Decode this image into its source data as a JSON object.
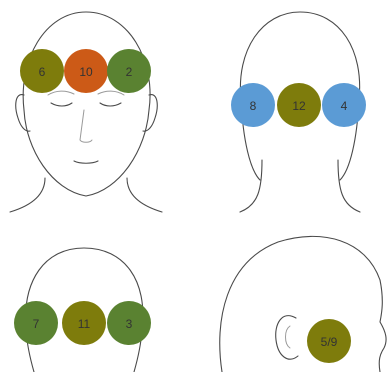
{
  "colors": {
    "olive": "#7e7c0c",
    "dark_green": "#5a8231",
    "orange": "#cc5a17",
    "blue": "#5b9bd5",
    "label_text": "#333333",
    "outline": "#4a4a4a"
  },
  "panels": {
    "front_face": {
      "markers": [
        {
          "label": "6",
          "color": "#7e7c0c"
        },
        {
          "label": "10",
          "color": "#cc5a17"
        },
        {
          "label": "2",
          "color": "#5a8231"
        }
      ]
    },
    "back_head_upper": {
      "markers": [
        {
          "label": "8",
          "color": "#5b9bd5"
        },
        {
          "label": "12",
          "color": "#7e7c0c"
        },
        {
          "label": "4",
          "color": "#5b9bd5"
        }
      ]
    },
    "back_head_lower": {
      "markers": [
        {
          "label": "7",
          "color": "#5a8231"
        },
        {
          "label": "11",
          "color": "#7e7c0c"
        },
        {
          "label": "3",
          "color": "#5a8231"
        }
      ]
    },
    "side_profile": {
      "markers": [
        {
          "label": "5/9",
          "color": "#7e7c0c"
        }
      ]
    }
  }
}
